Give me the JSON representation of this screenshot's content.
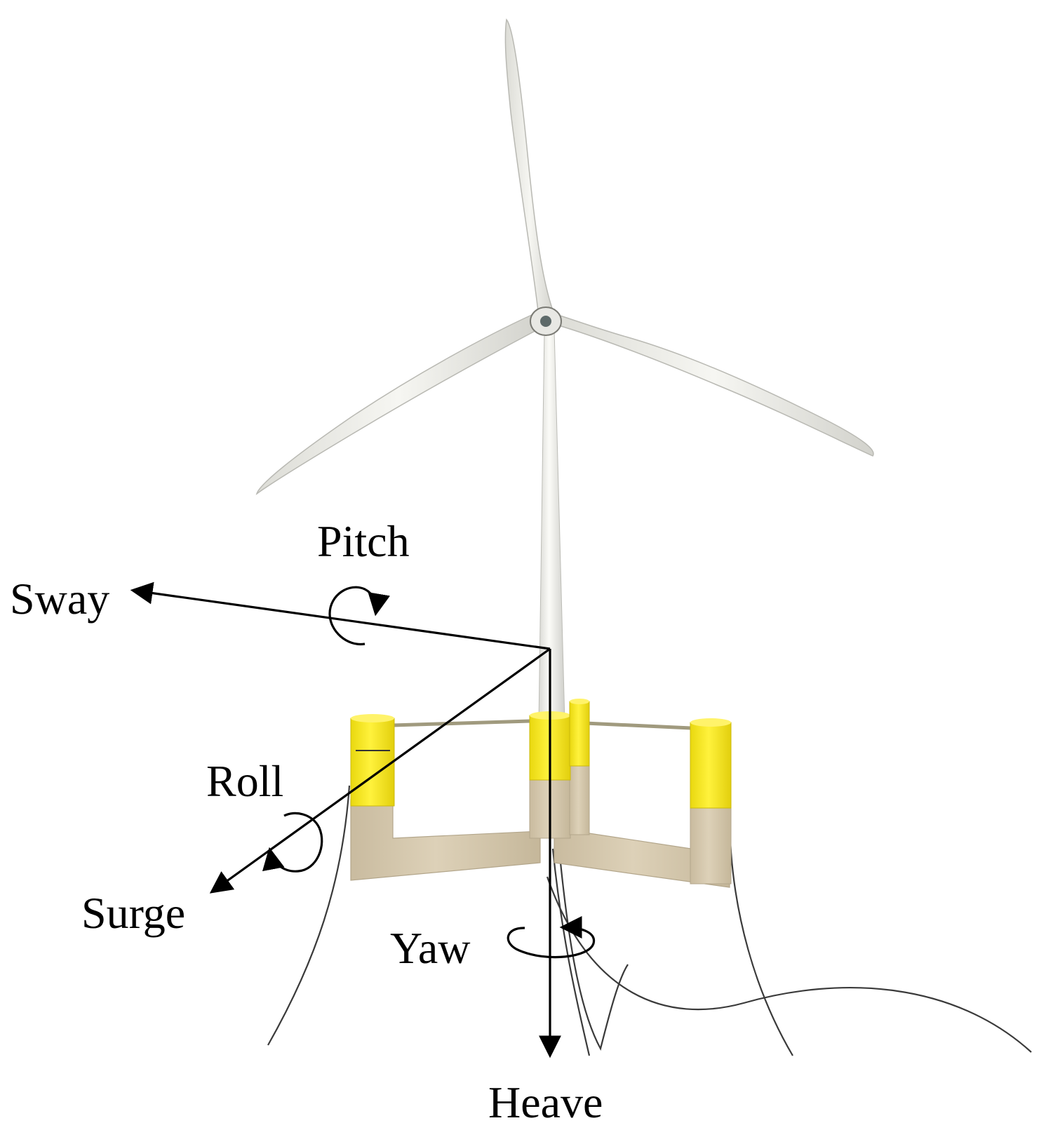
{
  "labels": {
    "pitch": "Pitch",
    "sway": "Sway",
    "roll": "Roll",
    "surge": "Surge",
    "yaw": "Yaw",
    "heave": "Heave"
  },
  "colors": {
    "blade": "#eeeeea",
    "tower": "#f2f2ee",
    "column_yellow": "#f3e418",
    "pontoon": "#d4c7ad",
    "axis": "#000000",
    "mooring": "#333333"
  }
}
